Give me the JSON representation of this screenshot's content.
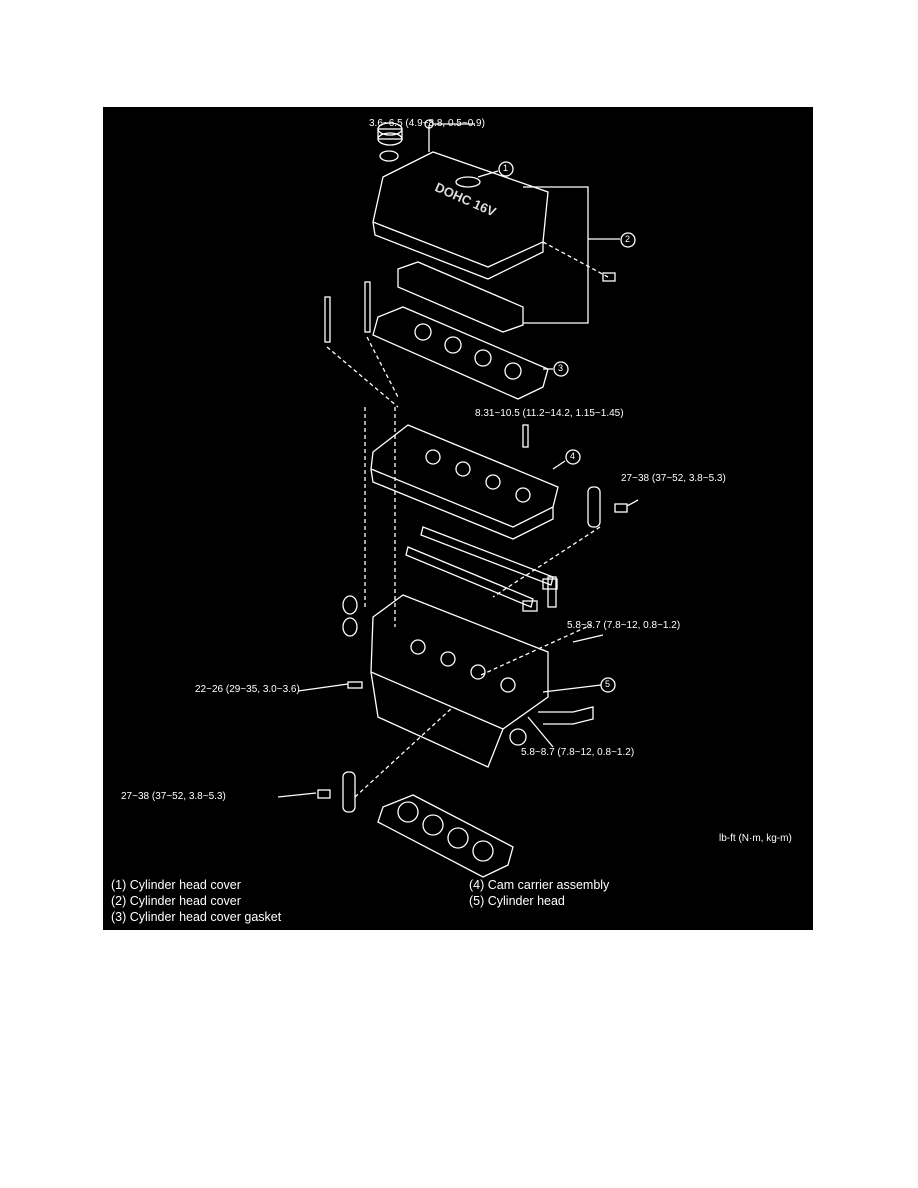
{
  "torque_labels": {
    "cover_bolt": "3.6~6.5 (4.9~8.8, 0.5~0.9)",
    "carrier_bolt": "8.31~10.5 (11.2~14.2, 1.15~1.45)",
    "bracket_upper": "27~38 (37~52, 3.8~5.3)",
    "stud_right_upper": "5.8~8.7 (7.8~12, 0.8~1.2)",
    "stud_left": "22~26 (29~35, 3.0~3.6)",
    "stud_right_lower": "5.8~8.7 (7.8~12, 0.8~1.2)",
    "bracket_lower": "27~38 (37~52, 3.8~5.3)"
  },
  "units": "lb-ft (N·m, kg-m)",
  "callouts": [
    "1",
    "2",
    "3",
    "4",
    "5"
  ],
  "cover_text": "DOHC 16V",
  "legend": [
    "(1)  Cylinder head cover",
    "(2)  Cylinder head cover",
    "(3)  Cylinder head cover gasket",
    "(4)  Cam carrier assembly",
    "(5)  Cylinder head"
  ]
}
